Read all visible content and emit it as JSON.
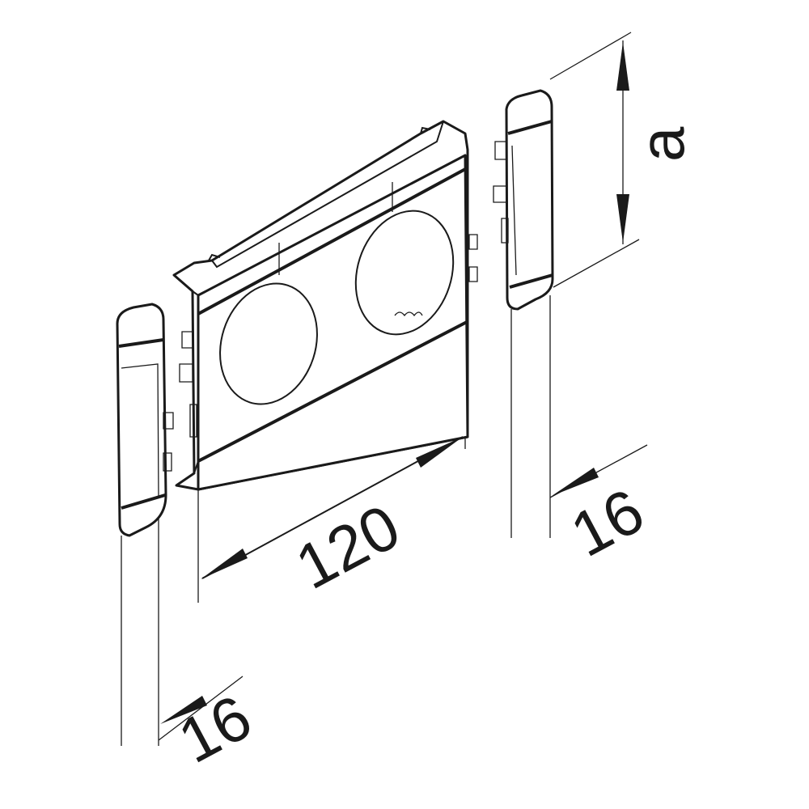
{
  "dimensions": {
    "height_label": "a",
    "width_label": "120",
    "left_cap_label": "16",
    "right_cap_label": "16"
  },
  "colors": {
    "line": "#1a1a1a",
    "background": "#ffffff"
  }
}
